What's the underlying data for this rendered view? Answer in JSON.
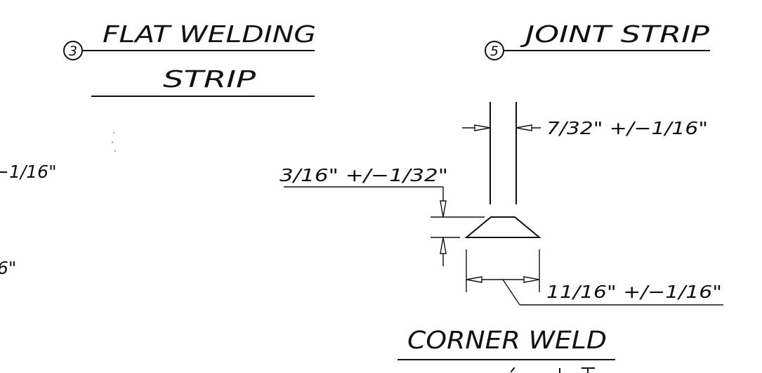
{
  "labels": {
    "callout_3": "3",
    "flat_welding_line1": "FLAT WELDING",
    "flat_welding_line2": "STRIP",
    "callout_5": "5",
    "joint_strip": "JOINT STRIP",
    "dim_width_top": "7/32\" +/−1/16\"",
    "dim_height": "3/16\" +/−1/32\"",
    "dim_bottom": "11/16\" +/−1/16\"",
    "left_cut_1": "−1/16\"",
    "left_cut_2": "6\"",
    "corner_weld": "CORNER WELD"
  },
  "colors": {
    "ink": "#111111",
    "paper": "#ffffff"
  }
}
